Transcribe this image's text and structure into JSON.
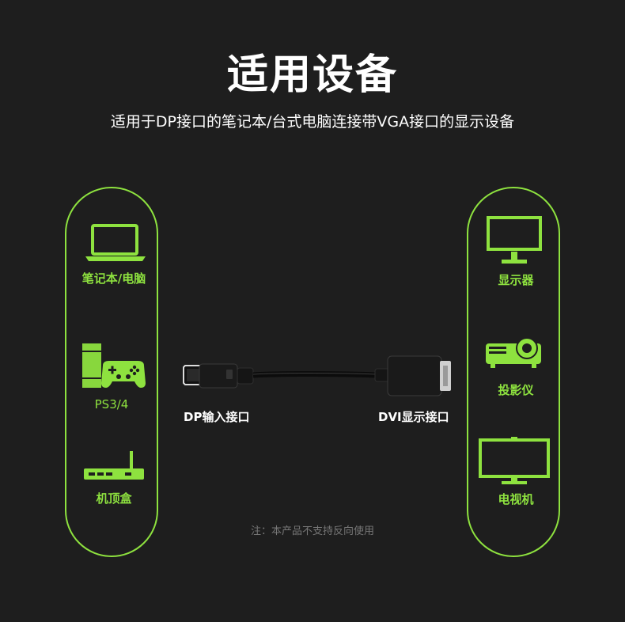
{
  "header": {
    "title": "适用设备",
    "subtitle": "适用于DP接口的笔记本/台式电脑连接带VGA接口的显示设备"
  },
  "left_devices": [
    {
      "label": "笔记本/电脑",
      "icon": "laptop-icon"
    },
    {
      "label": "PS3/4",
      "icon": "game-console-icon"
    },
    {
      "label": "机顶盒",
      "icon": "set-top-box-icon"
    }
  ],
  "right_devices": [
    {
      "label": "显示器",
      "icon": "monitor-icon"
    },
    {
      "label": "投影仪",
      "icon": "projector-icon"
    },
    {
      "label": "电视机",
      "icon": "tv-icon"
    }
  ],
  "cable": {
    "input_label": "DP输入接口",
    "output_label": "DVI显示接口"
  },
  "note": "注：本产品不支持反向使用",
  "colors": {
    "background": "#1e1e1e",
    "accent": "#8ee23f",
    "text": "#ffffff",
    "note": "#777777"
  }
}
